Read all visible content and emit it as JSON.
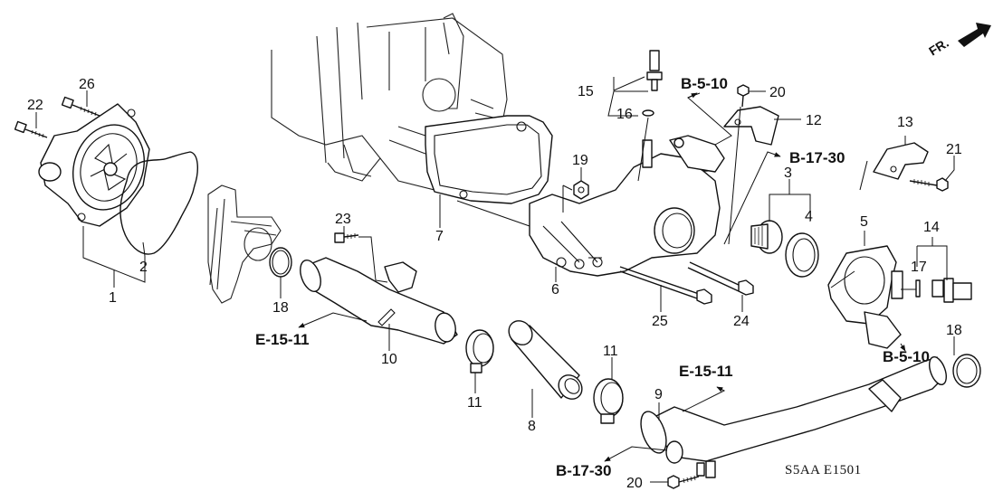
{
  "diagram": {
    "title": "Water Pump / Thermostat Housing Exploded View",
    "code": "S5AA E1501",
    "front_indicator": "FR.",
    "callouts": [
      {
        "id": "1",
        "label": "1"
      },
      {
        "id": "2",
        "label": "2"
      },
      {
        "id": "3",
        "label": "3"
      },
      {
        "id": "4",
        "label": "4"
      },
      {
        "id": "5",
        "label": "5"
      },
      {
        "id": "6",
        "label": "6"
      },
      {
        "id": "7",
        "label": "7"
      },
      {
        "id": "8",
        "label": "8"
      },
      {
        "id": "9",
        "label": "9"
      },
      {
        "id": "10",
        "label": "10"
      },
      {
        "id": "11a",
        "label": "11"
      },
      {
        "id": "11b",
        "label": "11"
      },
      {
        "id": "12",
        "label": "12"
      },
      {
        "id": "13",
        "label": "13"
      },
      {
        "id": "14",
        "label": "14"
      },
      {
        "id": "15",
        "label": "15"
      },
      {
        "id": "16",
        "label": "16"
      },
      {
        "id": "17",
        "label": "17"
      },
      {
        "id": "18a",
        "label": "18"
      },
      {
        "id": "18b",
        "label": "18"
      },
      {
        "id": "19",
        "label": "19"
      },
      {
        "id": "20a",
        "label": "20"
      },
      {
        "id": "20b",
        "label": "20"
      },
      {
        "id": "21",
        "label": "21"
      },
      {
        "id": "22",
        "label": "22"
      },
      {
        "id": "23",
        "label": "23"
      },
      {
        "id": "24",
        "label": "24"
      },
      {
        "id": "25",
        "label": "25"
      },
      {
        "id": "26",
        "label": "26"
      }
    ],
    "references": {
      "b510_top": "B-5-10",
      "b1730_top": "B-17-30",
      "b510_right": "B-5-10",
      "e1511_left": "E-15-11",
      "e1511_bottom": "E-15-11",
      "b1730_bottom": "B-17-30"
    }
  }
}
